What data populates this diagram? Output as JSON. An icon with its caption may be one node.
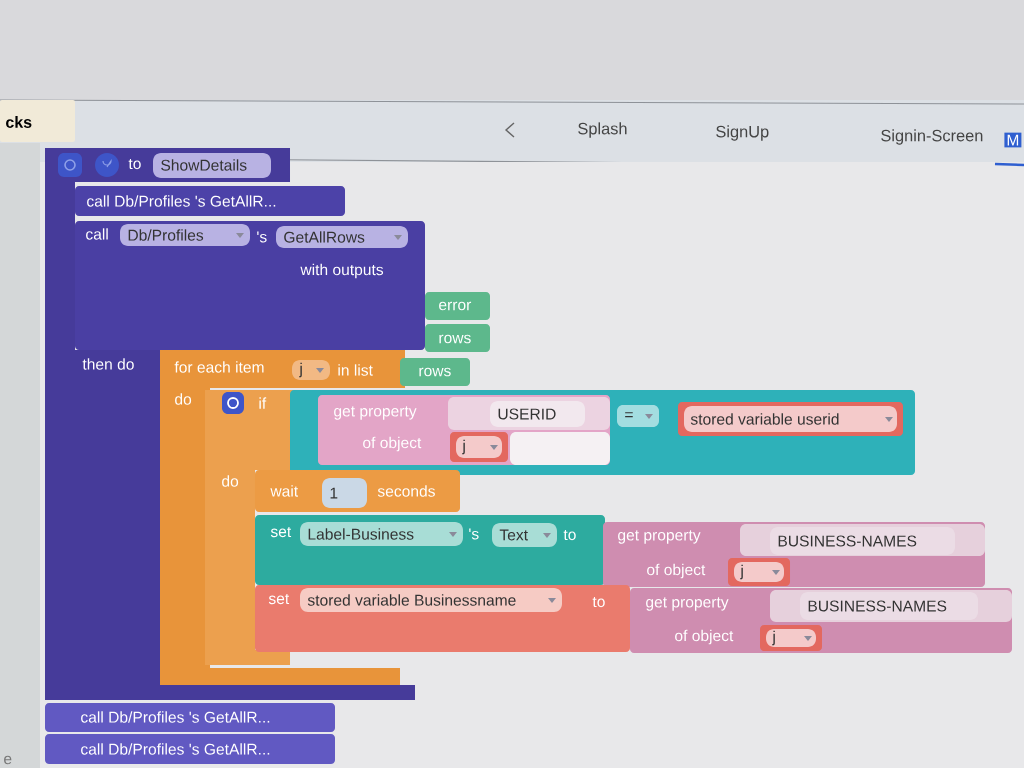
{
  "diagram": {
    "nodes": [
      {
        "text": [
          "to",
          "then do"
        ]
      },
      {
        "text": [
          "ShowDetails"
        ],
        "in": 0
      },
      {
        "text": [
          "call Db/Profiles 's GetAllR..."
        ],
        "in": 0
      },
      {
        "text": [
          "call",
          "'s",
          "with outputs"
        ]
      },
      {
        "text": [
          "Db/Profiles"
        ],
        "in": 3
      },
      {
        "text": [
          "GetAllRows"
        ],
        "in": 3
      },
      {
        "text": [
          "error"
        ]
      },
      {
        "text": [
          "rows"
        ]
      },
      {
        "text": [
          "for each item",
          "in list",
          "do"
        ]
      },
      {
        "text": [
          "j"
        ],
        "in": 8
      },
      {
        "text": [
          "rows"
        ]
      },
      {
        "text": [
          "if",
          "do"
        ]
      },
      {
        "text": [
          "="
        ]
      },
      {
        "text": [
          "get property",
          "of object"
        ],
        "in": 12
      },
      {
        "text": [
          "USERID"
        ],
        "in": 13
      },
      {
        "text": [
          "j"
        ],
        "in": 13
      },
      {
        "text": [
          "stored variable userid"
        ],
        "in": 12
      },
      {
        "text": [
          "wait",
          "seconds"
        ]
      },
      {
        "text": [
          "1"
        ],
        "in": 17
      },
      {
        "text": [
          "set",
          "'s",
          "to"
        ]
      },
      {
        "text": [
          "Label-Business"
        ],
        "in": 19
      },
      {
        "text": [
          "Text"
        ],
        "in": 19
      },
      {
        "text": [
          "get property",
          "of object"
        ]
      },
      {
        "text": [
          "BUSINESS-NAMES"
        ],
        "in": 22
      },
      {
        "text": [
          "j"
        ],
        "in": 22
      },
      {
        "text": [
          "set",
          "to"
        ]
      },
      {
        "text": [
          "stored variable Businessname"
        ],
        "in": 25
      },
      {
        "text": [
          "get property",
          "of object"
        ]
      },
      {
        "text": [
          "BUSINESS-NAMES"
        ],
        "in": 27
      },
      {
        "text": [
          "j"
        ],
        "in": 27
      },
      {
        "text": [
          "call Db/Profiles 's GetAllR..."
        ]
      },
      {
        "text": [
          "call Db/Profiles 's GetAllR..."
        ]
      }
    ],
    "labels": [
      "cks",
      "Splash",
      "SignUp",
      "Signin-Screen",
      "M",
      "e"
    ]
  }
}
